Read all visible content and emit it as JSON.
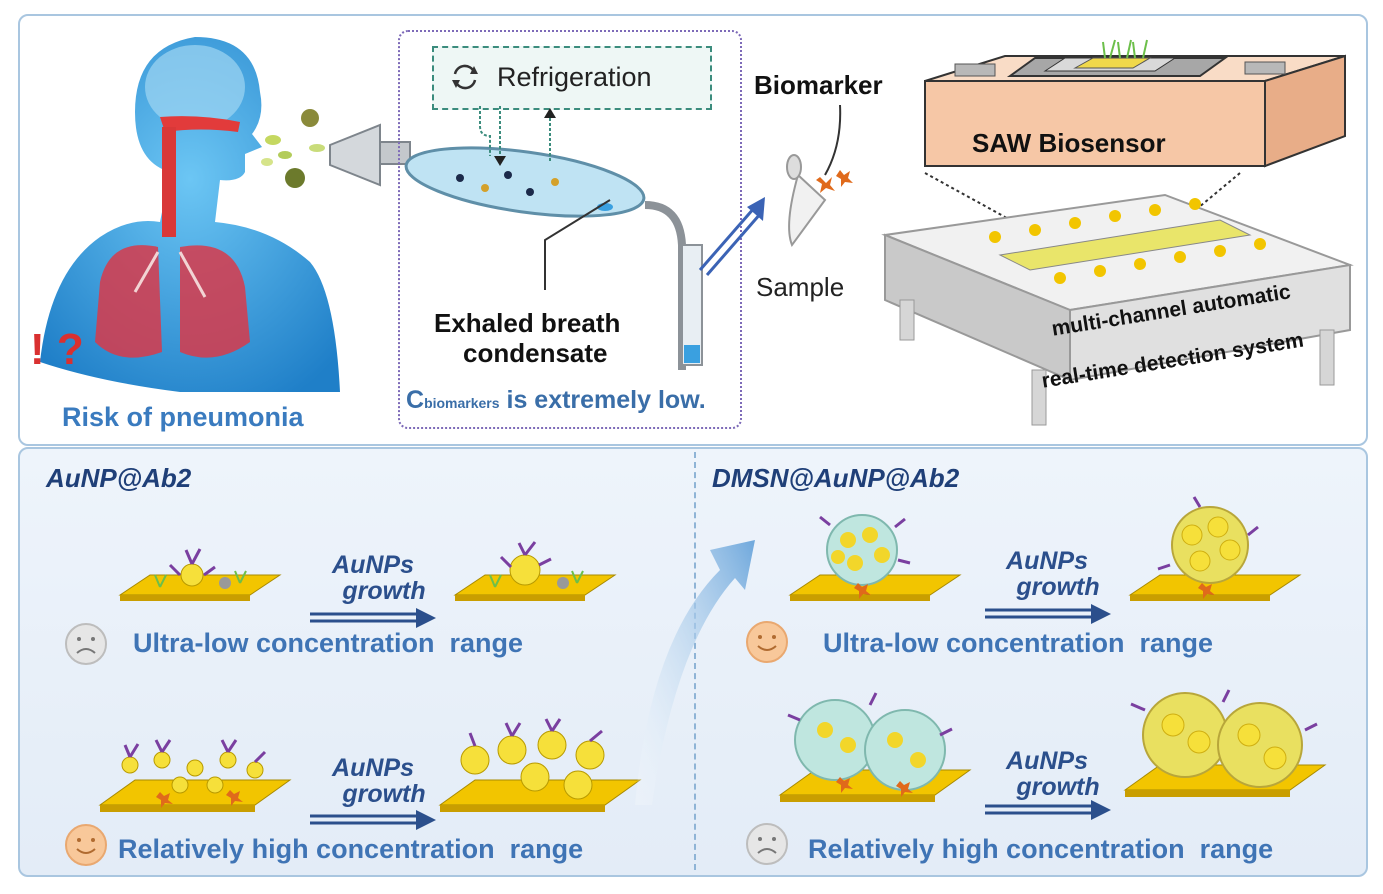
{
  "top": {
    "risk_label": "Risk of pneumonia",
    "refrigeration_label": "Refrigeration",
    "ebc_label_line1": "Exhaled breath",
    "ebc_label_line2": "condensate",
    "conc_note_prefix": "C",
    "conc_note_subscript": "biomarkers",
    "conc_note_suffix": " is extremely low.",
    "biomarker_label": "Biomarker",
    "sample_label": "Sample",
    "saw_label": "SAW Biosensor",
    "system_label_line1": "multi-channel automatic",
    "system_label_line2": "real-time detection system",
    "alert_marks": "! ?"
  },
  "bottom": {
    "left_title": "AuNP@Ab2",
    "right_title": "DMSN@AuNP@Ab2",
    "growth_line1": "AuNPs",
    "growth_line2": "growth",
    "ultra_low_range": "Ultra-low concentration  range",
    "high_range": "Relatively high concentration  range"
  },
  "colors": {
    "panel_border": "#a9c6e0",
    "text_blue": "#3f74b5",
    "gold": "#f2c500",
    "antibody_purple": "#7a3fa0",
    "biomarker_orange": "#e06a1b",
    "saw_peach": "#f6c7a6",
    "dmsn_cyan": "#bfe6df"
  },
  "icons": {
    "sad_face": "frown-face-icon",
    "happy_face": "smile-face-icon",
    "refresh": "refresh-icon"
  }
}
